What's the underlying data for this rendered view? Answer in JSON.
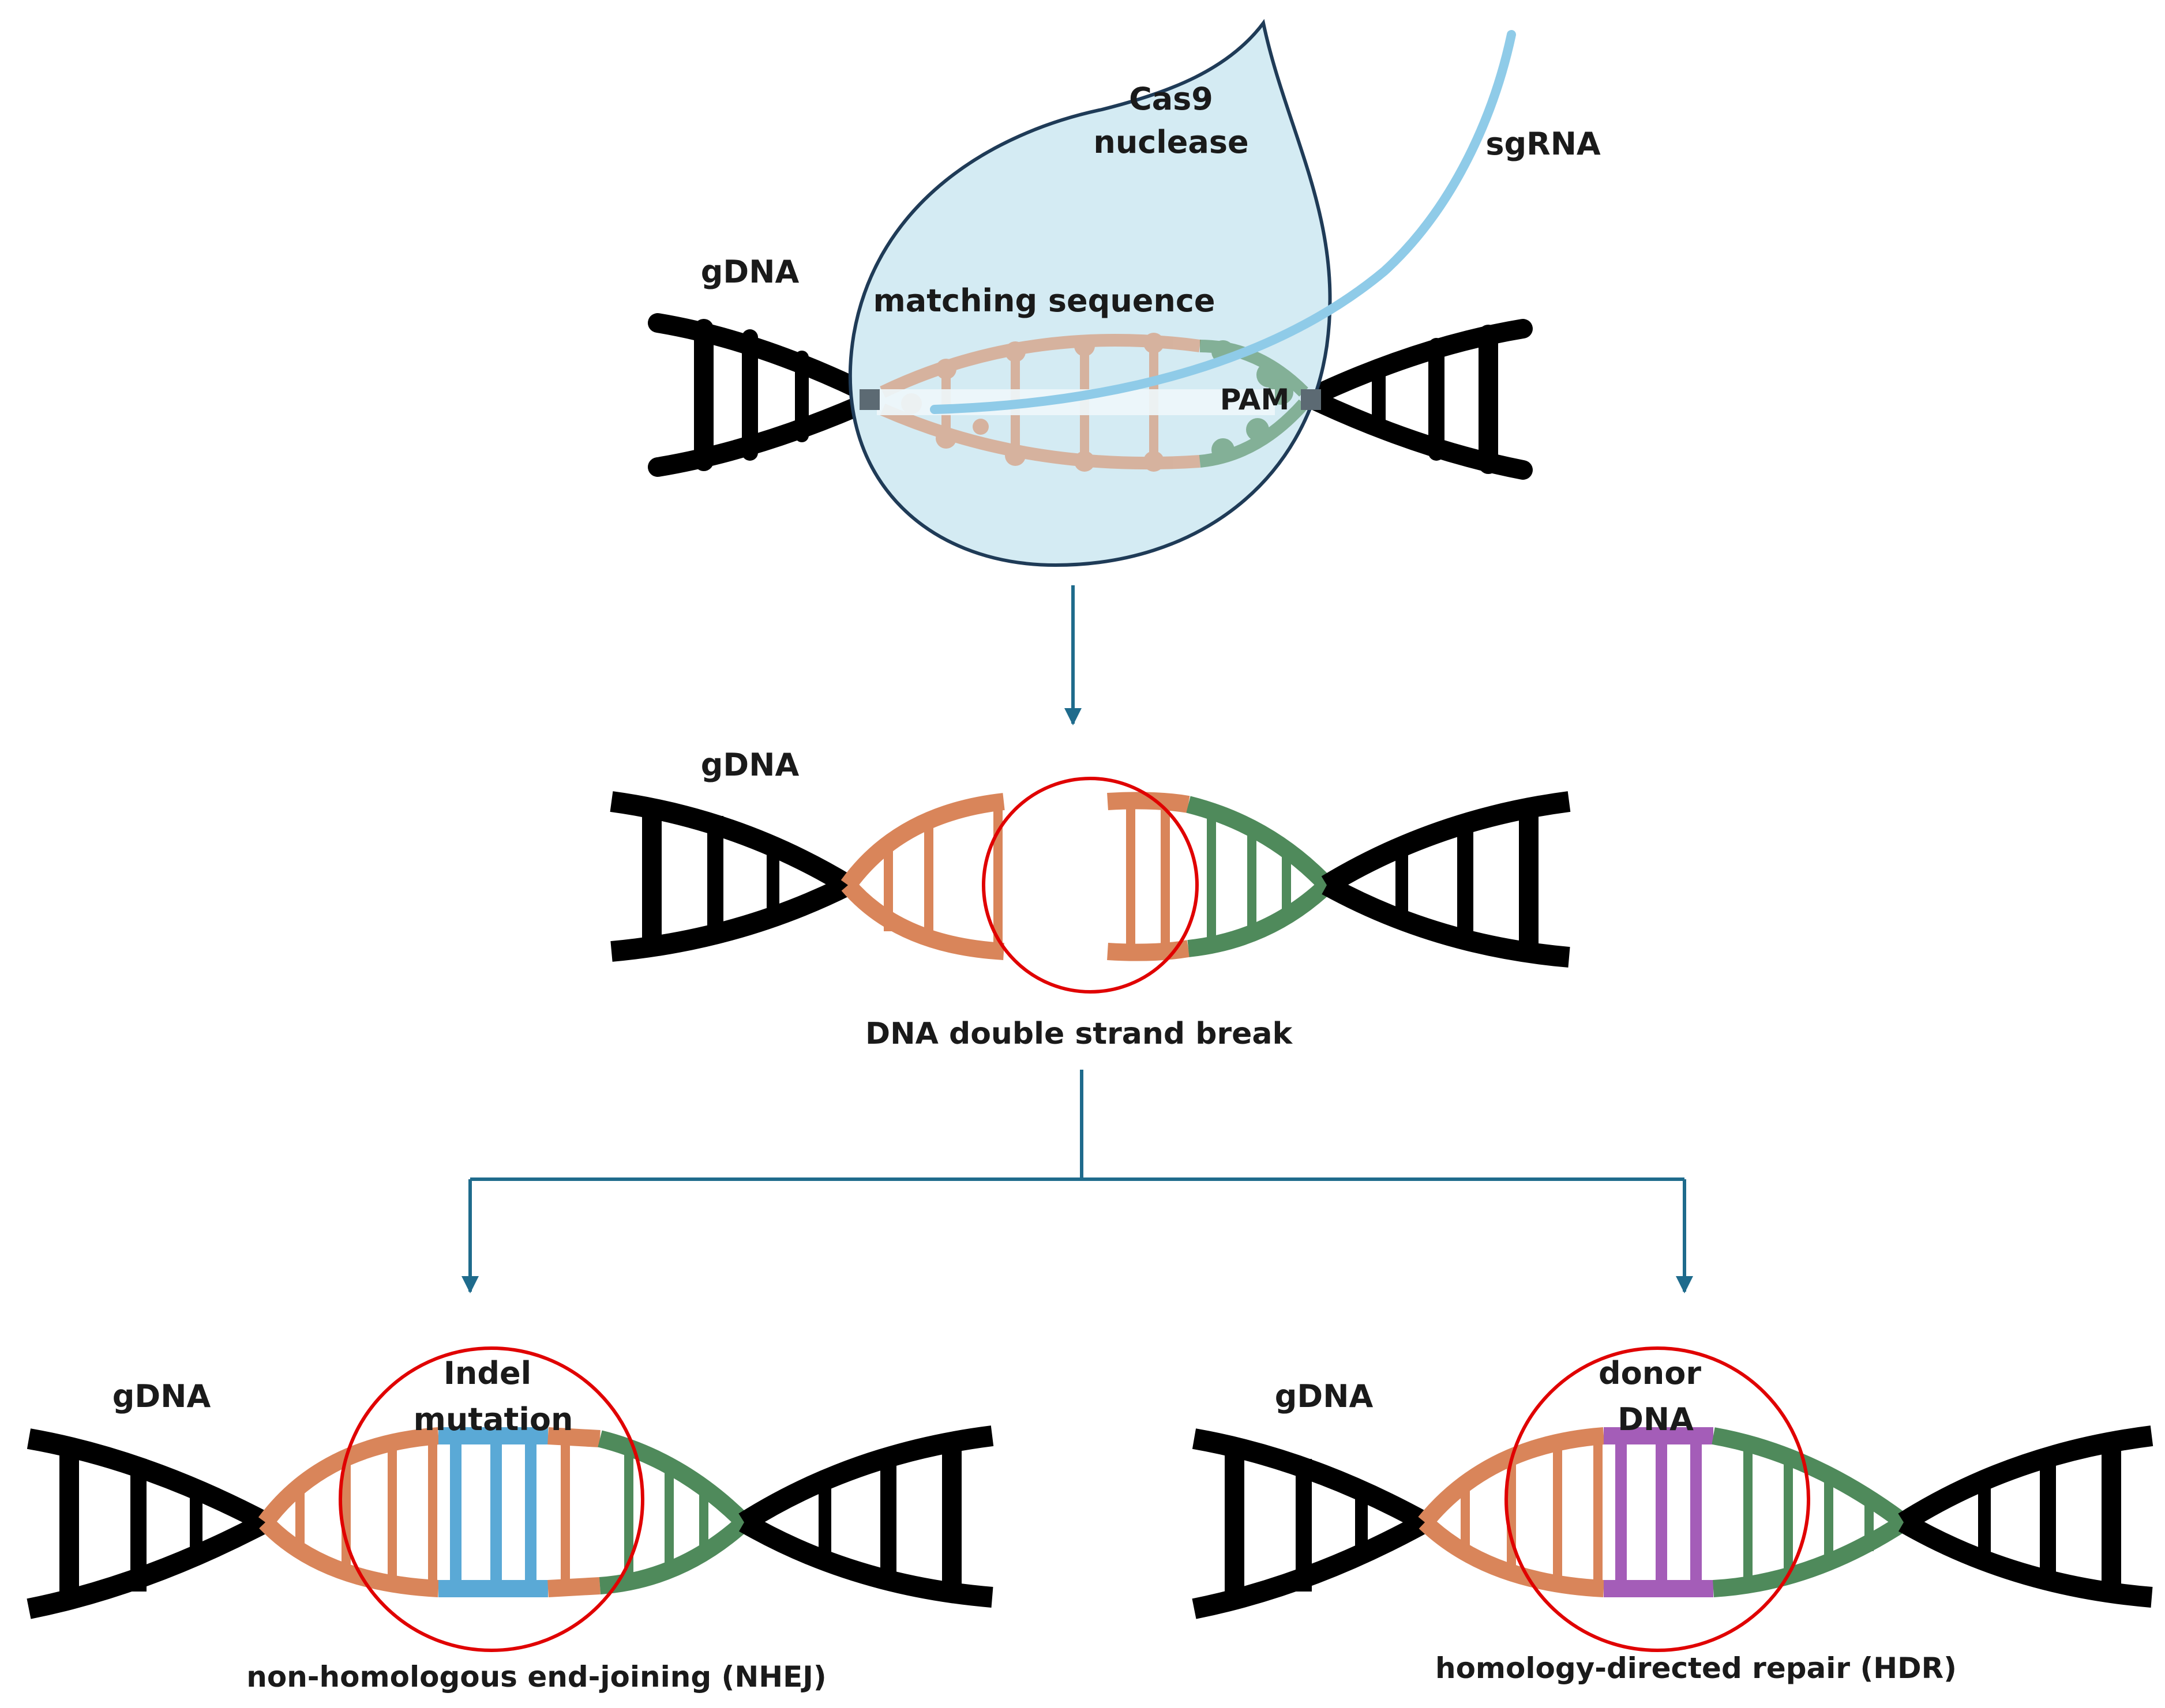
{
  "labels": {
    "cas9_line1": "Cas9",
    "cas9_line2": "nuclease",
    "sgrna": "sgRNA",
    "gdna_top": "gDNA",
    "matching_sequence": "matching sequence",
    "pam": "PAM",
    "gdna_middle": "gDNA",
    "dsb": "DNA double strand break",
    "gdna_left": "gDNA",
    "indel_line1": "Indel",
    "indel_line2": "mutation",
    "nhej": "non-homologous end-joining (NHEJ)",
    "gdna_right": "gDNA",
    "donor_line1": "donor",
    "donor_line2": "DNA",
    "hdr": "homology-directed repair (HDR)"
  },
  "colors": {
    "dna_black": "#000000",
    "target_orange": "#d9855a",
    "pam_green": "#4f8a5b",
    "indel_blue": "#5aa9d6",
    "donor_purple": "#a45db8",
    "cas9_fill": "#d4ebf3",
    "cas9_stroke": "#1f3b57",
    "sgrna_blue": "#8fcbe8",
    "arrow_blue": "#1f6b8c",
    "highlight_red": "#e00000"
  }
}
